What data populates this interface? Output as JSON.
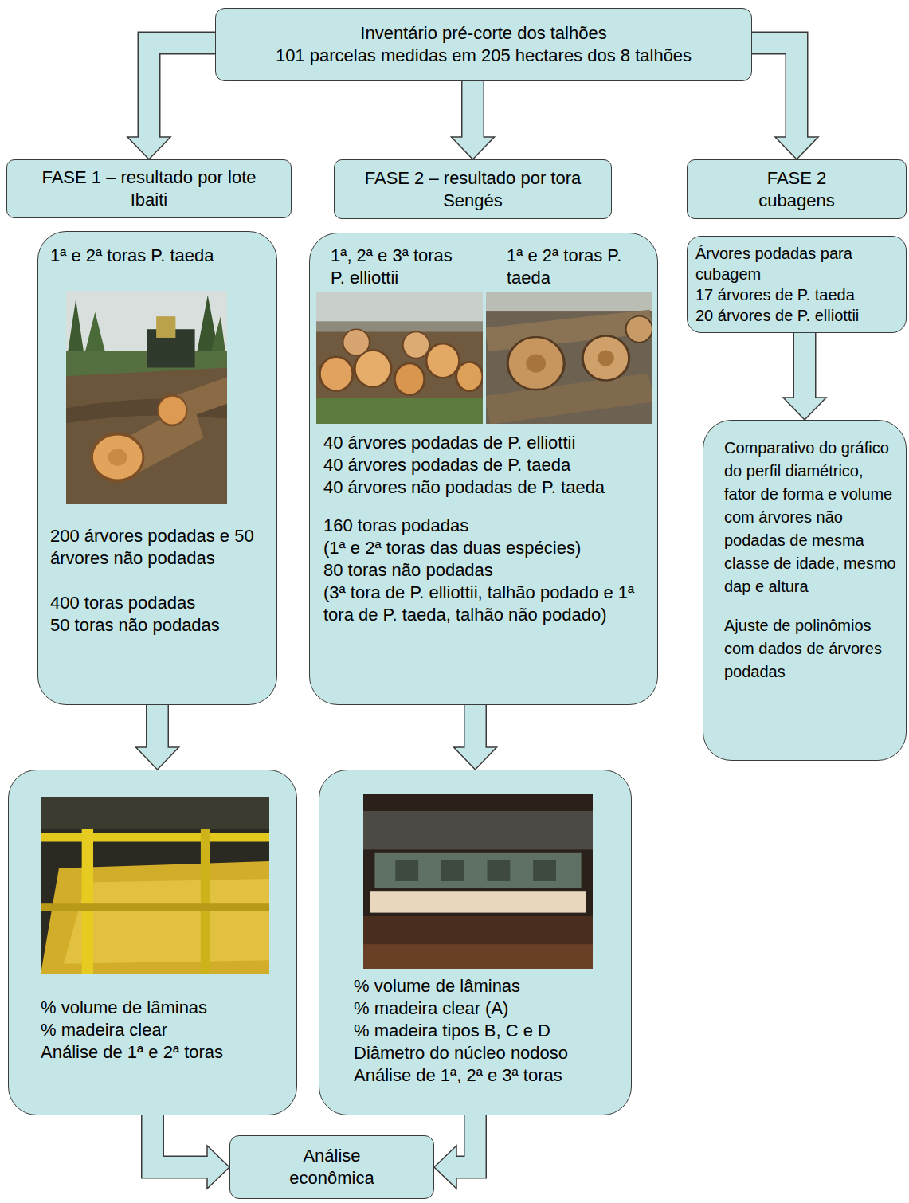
{
  "diagram": {
    "nodes": [
      {
        "text": [
          "Inventário pré-corte dos talhões",
          "101 parcelas medidas em 205 hectares dos 8 talhões"
        ]
      },
      {
        "text": [
          "FASE 1 – resultado por lote Ibaiti"
        ]
      },
      {
        "text": [
          "FASE 2 – resultado por tora Sengés"
        ]
      },
      {
        "text": [
          "FASE 2 cubagens"
        ]
      },
      {
        "text": [
          "1ª e 2ª toras P. taeda",
          "200 árvores podadas e 50 árvores não podadas",
          "400 toras podadas",
          "50 toras não podadas"
        ]
      },
      {
        "text": [
          "1ª, 2ª e 3ª toras P. elliottii",
          "1ª e 2ª toras P. taeda",
          "40 árvores podadas de P. elliottii",
          "40 árvores podadas de P. taeda",
          "40 árvores não podadas de P. taeda",
          "160 toras podadas",
          "(1ª e 2ª toras das duas espécies)",
          "80 toras não podadas",
          "(3ª tora de P. elliottii, talhão podado e 1ª tora de P. taeda, talhão não podado)"
        ]
      },
      {
        "text": [
          "Árvores podadas para cubagem",
          "17 árvores de P. taeda",
          "20 árvores de P. elliottii"
        ]
      },
      {
        "text": [
          "Comparativo do gráfico do perfil diamétrico, fator de forma e volume com árvores não podadas de mesma classe de idade, mesmo dap e altura",
          "Ajuste de polinômios com dados de árvores podadas"
        ]
      },
      {
        "text": [
          "% volume de lâminas",
          "% madeira clear",
          "Análise de 1ª e 2ª toras"
        ]
      },
      {
        "text": [
          "% volume de lâminas",
          "% madeira clear (A)",
          "% madeira tipos B, C e D",
          "Diâmetro do núcleo nodoso",
          "Análise de 1ª, 2ª e 3ª toras"
        ]
      },
      {
        "text": [
          "Análise econômica"
        ]
      }
    ],
    "edges": [
      {
        "from": 0,
        "to": 1,
        "arrow": "to"
      },
      {
        "from": 0,
        "to": 2,
        "arrow": "to"
      },
      {
        "from": 0,
        "to": 3,
        "arrow": "to"
      },
      {
        "from": 6,
        "to": 7,
        "arrow": "to"
      },
      {
        "from": 4,
        "to": 8,
        "arrow": "to"
      },
      {
        "from": 5,
        "to": 9,
        "arrow": "to"
      },
      {
        "from": 8,
        "to": 10,
        "arrow": "to"
      },
      {
        "from": 9,
        "to": 10,
        "arrow": "to"
      }
    ]
  }
}
